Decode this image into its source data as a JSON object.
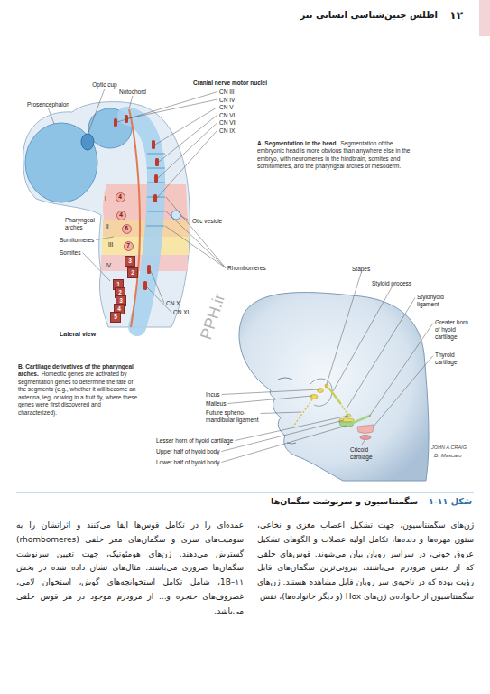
{
  "diagram": {
    "caption": "سگمنتاسیون و سرنوشت سگمان‌ها",
    "nodes": [
      {
        "text": [
          "4"
        ]
      },
      {
        "text": [
          "4"
        ]
      },
      {
        "text": [
          "6"
        ]
      },
      {
        "text": [
          "7"
        ]
      },
      {
        "text": [
          "3"
        ]
      },
      {
        "text": [
          "2"
        ]
      },
      {
        "text": [
          "1"
        ]
      },
      {
        "text": [
          "2"
        ]
      },
      {
        "text": [
          "3"
        ]
      },
      {
        "text": [
          "4"
        ]
      },
      {
        "text": [
          "5"
        ]
      }
    ],
    "labels": [
      "۱۲",
      "اطلس جنین‌شناسی انسانی نتر",
      "Cranial nerve motor nuclei",
      "Optic cup",
      "Notochord",
      "Prosencephalon",
      "CN III",
      "CN IV",
      "CN V",
      "CN VI",
      "CN VII",
      "CN IX",
      "A. Segmentation in the head.",
      "Segmentation of the embryonic head is more obvious than anywhere else in the embryo, with neuromeres in the hindbrain, somites and somitomeres, and the pharyngeal arches of mesoderm.",
      "Otic vesicle",
      "Pharyngeal arches",
      "I",
      "II",
      "III",
      "IV",
      "Somitomeres",
      "Somites",
      "Rhombomeres",
      "CN X",
      "CN XI",
      "Lateral view",
      "B. Cartilage derivatives of the pharyngeal arches.",
      "Homeotic genes are activated by segmentation genes to determine the fate of the segments (e.g., whether it will become an antenna, leg, or wing in a fruit fly, where these genes were first discovered and characterized).",
      "Stapes",
      "Styloid process",
      "Stylohyoid ligament",
      "Greater horn of hyoid cartilage",
      "Thyroid cartilage",
      "Incus",
      "Malleus",
      "Future spheno-mandibular ligament",
      "Lesser horn of hyoid cartilage",
      "Upper half of hyoid body",
      "Lower half of hyoid body",
      "Cricoid cartilage",
      "JOHN A.CRAIG",
      "D. Mascaro",
      "PPH.ir",
      "شکل ۱۱-۱",
      "ژن‌های سگمنتاسیون، جهت تشکیل اعصاب مغزی و نخاعی، ستون مهره‌ها و دنده‌ها، تکامل اولیه عضلات و الگوهای تشکیل عروق خونی، در سراسر رویان بیان می‌شوند. قوس‌های حلقی که از جنس مزودرم می‌باشند، بیرونی‌ترین سگمان‌های قابل رؤیت بوده که در ناحیه‌ی سر رویان قابل مشاهده هستند. ژن‌های سگمنتاسیون از خانواده‌ی ژن‌های Hox (و دیگر خانواده‌ها)، نقش",
      "عمده‌ای را در تکامل قوس‌ها ایفا می‌کنند و اثراتشان را به سومیت‌های سری و سگمان‌های مغز خلفی (rhombomeres) گسترش می‌دهند. ژن‌های هومئوتیک، جهت تعیین سرنوشت سگمان‌ها ضروری می‌باشند. مثال‌های نشان داده شده در بخش 1B–۱۱، شامل تکامل استخوانچه‌های گوش، استخوان لامی، غضروف‌های حنجره و... از مزودرم موجود در هر قوس حلقی می‌باشد."
    ]
  }
}
